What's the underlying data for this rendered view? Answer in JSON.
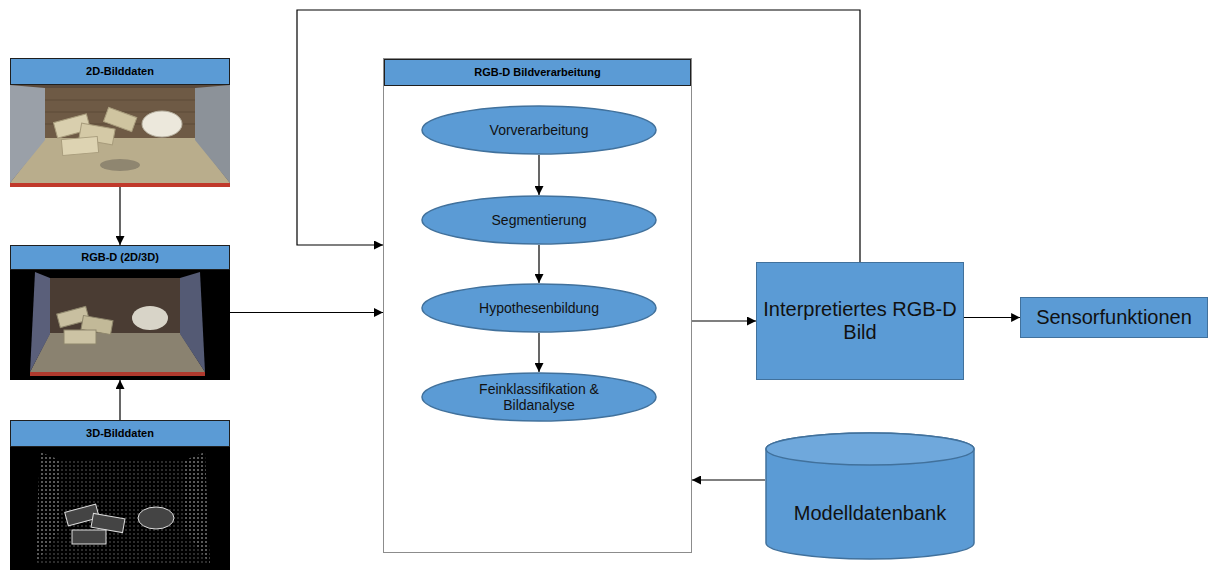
{
  "diagram": {
    "nodes": [
      {
        "text": [
          "2D-Bilddaten"
        ]
      },
      {
        "text": [
          "RGB-D (2D/3D)"
        ]
      },
      {
        "text": [
          "3D-Bilddaten"
        ]
      },
      {
        "text": [
          "RGB-D Bildverarbeitung"
        ]
      },
      {
        "text": [
          "Vorverarbeitung"
        ],
        "in": 3
      },
      {
        "text": [
          "Segmentierung"
        ],
        "in": 3
      },
      {
        "text": [
          "Hypothesenbildung"
        ],
        "in": 3
      },
      {
        "text": [
          "Feinklassifikation & Bildanalyse"
        ],
        "in": 3
      },
      {
        "text": [
          "Interpretiertes RGB-D Bild"
        ]
      },
      {
        "text": [
          "Sensorfunktionen"
        ]
      },
      {
        "text": [
          "Modelldatenbank"
        ]
      }
    ],
    "edges": [
      {
        "from": 0,
        "to": 1,
        "arrow": "to"
      },
      {
        "from": 2,
        "to": 1,
        "arrow": "to"
      },
      {
        "from": 1,
        "to": 3,
        "arrow": "to"
      },
      {
        "from": 4,
        "to": 5,
        "arrow": "to"
      },
      {
        "from": 5,
        "to": 6,
        "arrow": "to"
      },
      {
        "from": 6,
        "to": 7,
        "arrow": "to"
      },
      {
        "from": 3,
        "to": 8,
        "arrow": "to"
      },
      {
        "from": 8,
        "to": 9,
        "arrow": "to"
      },
      {
        "from": 8,
        "to": 3,
        "arrow": "to"
      },
      {
        "from": 10,
        "to": 3,
        "arrow": "to"
      }
    ]
  }
}
